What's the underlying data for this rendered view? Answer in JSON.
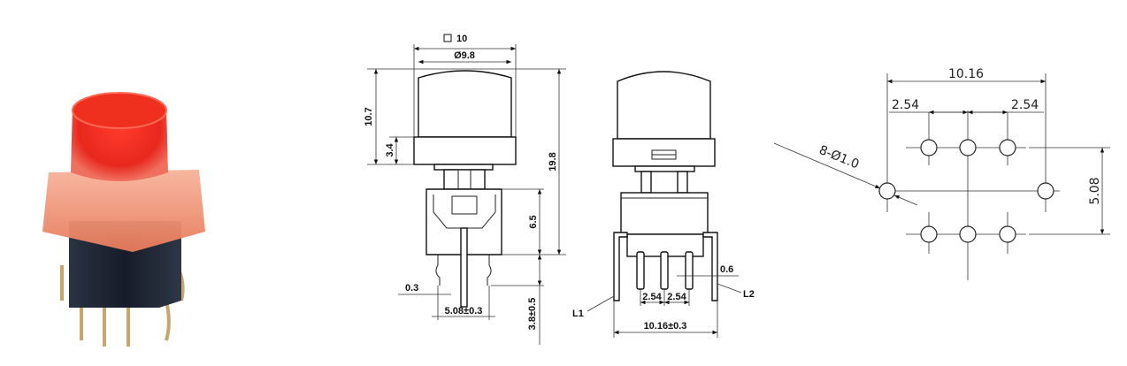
{
  "photo": {
    "cap_color": "#e8281e",
    "flange_color": "#f08a6a",
    "body_color": "#1c2330"
  },
  "front_view": {
    "square_label": "10",
    "diameter_label": "Ø9.8",
    "height_cap": "10.7",
    "height_flange": "3.4",
    "height_total": "19.8",
    "height_body": "6.5",
    "pin_length": "3.8±0.5",
    "pin_width": "0.3",
    "pin_spacing": "5.08±0.3"
  },
  "side_view": {
    "pitch_left": "2.54",
    "pitch_right": "2.54",
    "pin_width": "0.6",
    "lead_spacing": "10.16±0.3",
    "lead1": "L1",
    "lead2": "L2"
  },
  "footprint": {
    "width": "10.16",
    "pitch_left": "2.54",
    "pitch_right": "2.54",
    "row_spacing": "5.08",
    "holes": "8-Ø1.0"
  }
}
